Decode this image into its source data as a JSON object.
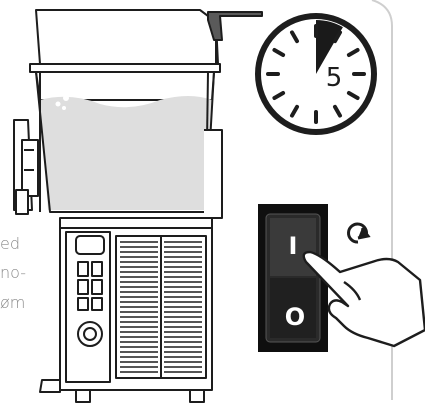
{
  "instruction_text": [
    "ed",
    "no-",
    "øm"
  ],
  "timer": {
    "minutes": "5",
    "elapsed_fraction": 0.083,
    "accent_color": "#1a1a1a",
    "icon": "stopwatch-icon"
  },
  "switch": {
    "on_symbol": "I",
    "off_symbol": "O",
    "state": "on",
    "icons": [
      "power-switch-icon",
      "rotate-arrow-icon",
      "hand-pointer-icon"
    ]
  },
  "machine": {
    "icon": "slush-machine-icon",
    "fill_color": "#dedede"
  }
}
